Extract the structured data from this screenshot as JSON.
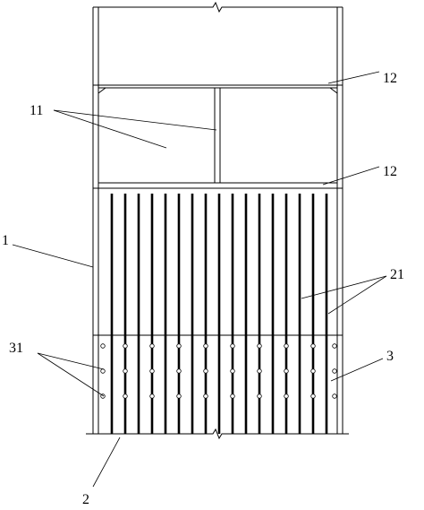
{
  "labels": {
    "l1": "1",
    "l2": "2",
    "l3": "3",
    "l11": "11",
    "l12a": "12",
    "l12b": "12",
    "l21": "21",
    "l31": "31"
  },
  "counts": {
    "rebars": 17,
    "hole_rows": 3
  },
  "colors": {
    "line": "#000000",
    "rebar": "#000000",
    "background": "#ffffff"
  }
}
